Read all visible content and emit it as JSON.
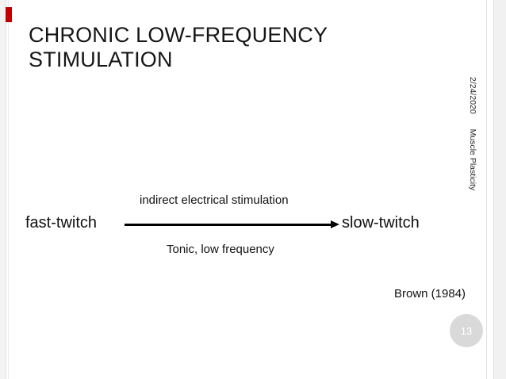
{
  "slide": {
    "title": {
      "line1": "CHRONIC LOW-FREQUENCY",
      "line2": "STIMULATION"
    },
    "diagram": {
      "left_term": "fast-twitch",
      "right_term": "slow-twitch",
      "label_above_arrow": "indirect electrical stimulation",
      "label_below_arrow": "Tonic, low frequency"
    },
    "citation": "Brown (1984)",
    "side_margin": {
      "date": "2/24/2020",
      "deck_title": "Muscle Plasticity"
    },
    "page_number": "13"
  },
  "colors": {
    "accent_red": "#c00000",
    "page_circle_bg": "#d9d9d9",
    "page_number_text": "#ffffff",
    "body_text": "#161616"
  }
}
